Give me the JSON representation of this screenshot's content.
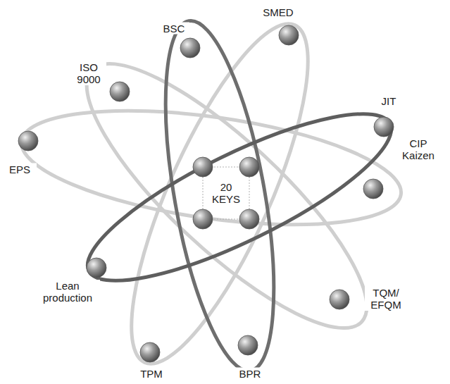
{
  "diagram": {
    "labels": [
      "BSC",
      "SMED",
      "ISO 9000",
      "JIT",
      "EPS",
      "20 KEYS",
      "CIP Kaizen",
      "Lean production",
      "TQM/ EFQM",
      "TPM",
      "BPR"
    ]
  }
}
